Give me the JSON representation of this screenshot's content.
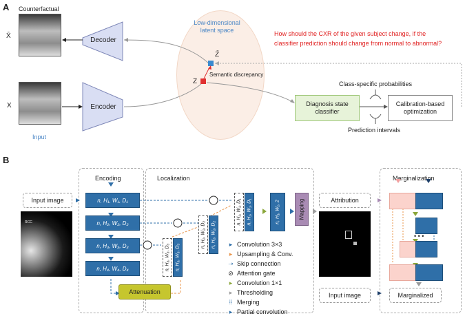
{
  "panelA": {
    "label": "A",
    "counterfactual_label": "Counterfactual",
    "xbar": "X̄",
    "x": "X",
    "input_label": "Input",
    "decoder": "Decoder",
    "encoder": "Encoder",
    "latent_title": "Low-dimensional latent space",
    "zbar": "Z̄",
    "z": "Z",
    "semantic": "Semantic discrepancy",
    "question_line1": "How should the CXR of the given subject change, if the",
    "question_line2": "classifier prediction should change from normal to abnormal?",
    "class_probs": "Class-specific probabilities",
    "classifier_line1": "Diagnosis state",
    "classifier_line2": "classifier",
    "calib_line1": "Calibration-based",
    "calib_line2": "optimization",
    "pred_intervals": "Prediction intervals"
  },
  "panelB": {
    "label": "B",
    "encoding": "Encoding",
    "localization": "Localization",
    "marginalization": "Marginalization",
    "input_image": "Input image",
    "input_image2": "Input image",
    "attribution": "Attribution",
    "marginalized": "Marginalized",
    "attenuation": "Attenuation",
    "mapping": "Mapping",
    "mammo_tag": "RCC",
    "enc_blocks": [
      "n, H₁, W₁, D₁",
      "n, H₂, W₂, D₂",
      "n, H₃, W₃, D₃",
      "n, H₄, W₄, D₄"
    ],
    "loc_dashed": [
      "n, H₃, W₃, D₃",
      "n, H₂, W₂, D₂",
      "n, H₁, W₁, D₁"
    ],
    "loc_filled": [
      "n, H₃, W₃, D₃",
      "n, H₂, W₂, D₂",
      "n, H₁, W₁, D₁"
    ],
    "out_block": "n, H₁, W₁, 2",
    "legend": [
      {
        "mark": "▸",
        "color": "#2f6fa8",
        "text": "Convolution 3×3"
      },
      {
        "mark": "▸",
        "color": "#e8944a",
        "text": "Upsampling & Conv."
      },
      {
        "mark": "➝",
        "color": "#2f6fa8",
        "text": "Skip connection"
      },
      {
        "mark": "⊘",
        "color": "#222222",
        "text": "Attention gate"
      },
      {
        "mark": "▸",
        "color": "#8aa63a",
        "text": "Convolution 1×1"
      },
      {
        "mark": "▸",
        "color": "#9e9e9e",
        "text": "Thresholding"
      },
      {
        "mark": "⁞⁞",
        "color": "#2f6fa8",
        "text": "Merging"
      },
      {
        "mark": "▸",
        "color": "#2f6fa8",
        "text": "Partial convolution"
      }
    ]
  },
  "colors": {
    "accent": "#2f6fa8",
    "red_text": "#e02020",
    "classifier_fill": "#e7f3d9",
    "attenuation_fill": "#c6c62e",
    "mapping_fill": "#a98bb4",
    "latent_fill": "#fbeee6",
    "encdec_fill": "#d9def3"
  }
}
